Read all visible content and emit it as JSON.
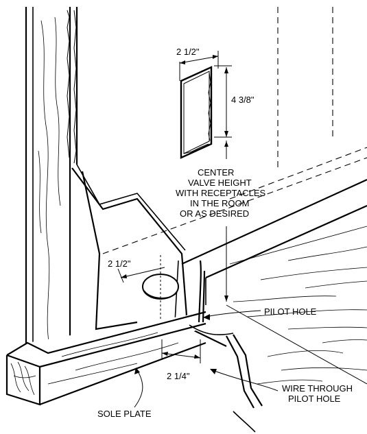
{
  "labels": {
    "box_width": "2 1/2\"",
    "box_height": "4 3/8\"",
    "center_line1": "CENTER",
    "center_line2": "VALVE HEIGHT",
    "center_line3": "WITH RECEPTACLES",
    "center_line4": "IN THE ROOM",
    "center_line5": "OR AS DESIRED",
    "hole_diameter": "2 1/2\"",
    "pilot_hole": "PILOT HOLE",
    "offset_distance": "2 1/4\"",
    "wire_line1": "WIRE THROUGH",
    "wire_line2": "PILOT HOLE",
    "sole_plate": "SOLE PLATE"
  }
}
